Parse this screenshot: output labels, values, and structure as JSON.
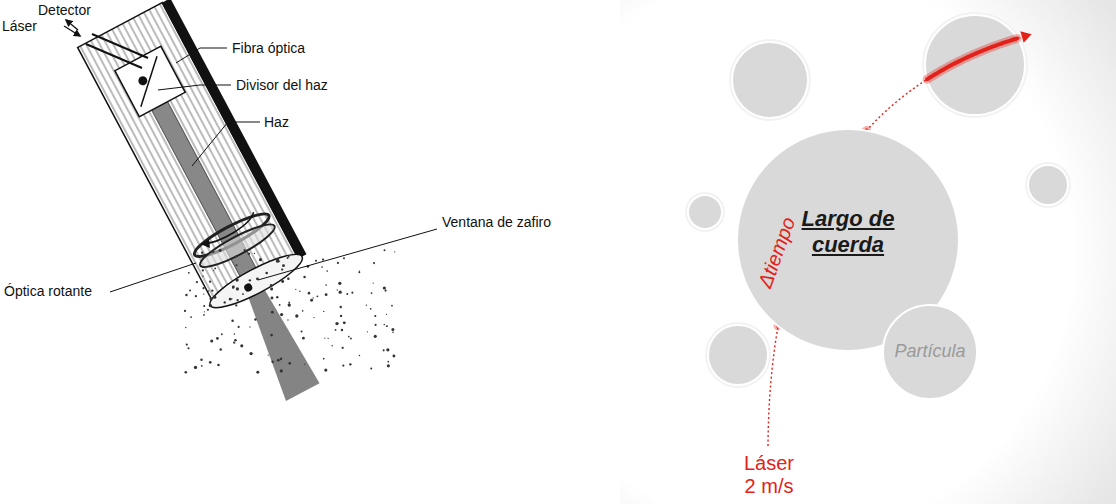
{
  "diagram": {
    "nodes": [
      {
        "text": [
          "Largo de cuerda"
        ]
      },
      {
        "text": [
          "Partícula"
        ]
      }
    ],
    "labels": [
      "Detector",
      "Láser",
      "Fibra óptica",
      "Divisor del haz",
      "Haz",
      "Ventana de zafiro",
      "Óptica rotante",
      "Δtiempo",
      "Láser 2 m/s"
    ]
  }
}
